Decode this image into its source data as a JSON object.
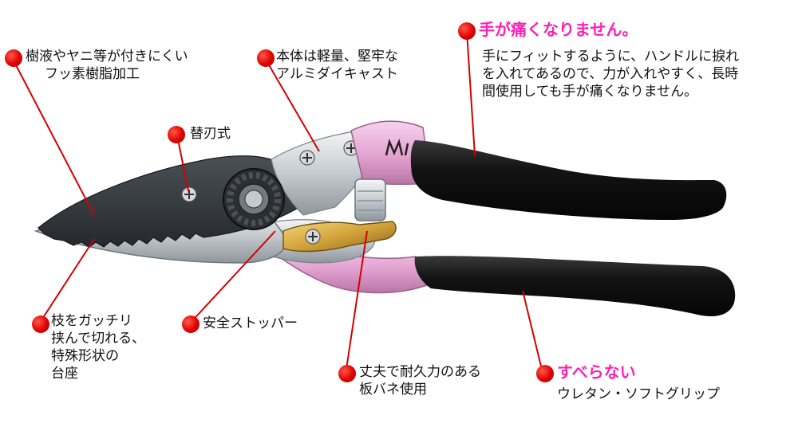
{
  "colors": {
    "dot_red": "#e00000",
    "heading_pink": "#ff1fb4",
    "handle_pink": "#e7a9d6",
    "grip_black": "#121212",
    "blade_dark": "#3a3f44",
    "blade_silver": "#cfd4d8",
    "brass": "#d2a23a"
  },
  "callouts": {
    "coating": {
      "lines": [
        "樹液やヤニ等が付きにくい",
        "フッ素樹脂加工"
      ]
    },
    "body": {
      "lines": [
        "本体は軽量、堅牢な",
        "アルミダイキャスト"
      ]
    },
    "replaceable": {
      "lines": [
        "替刃式"
      ]
    },
    "anvil": {
      "lines": [
        "枝をガッチリ",
        "挟んで切れる、",
        "特殊形状の",
        "台座"
      ]
    },
    "stopper": {
      "lines": [
        "安全ストッパー"
      ]
    },
    "spring": {
      "lines": [
        "丈夫で耐久力のある",
        "板バネ使用"
      ]
    },
    "comfort": {
      "heading": "手が痛くなりません。",
      "lines": [
        "手にフィットするように、ハンドルに捩れ",
        "を入れてあるので、力が入れやすく、長時",
        "間使用しても手が痛くなりません。"
      ]
    },
    "grip": {
      "heading": "すべらない",
      "lines": [
        "ウレタン・ソフトグリップ"
      ]
    }
  }
}
